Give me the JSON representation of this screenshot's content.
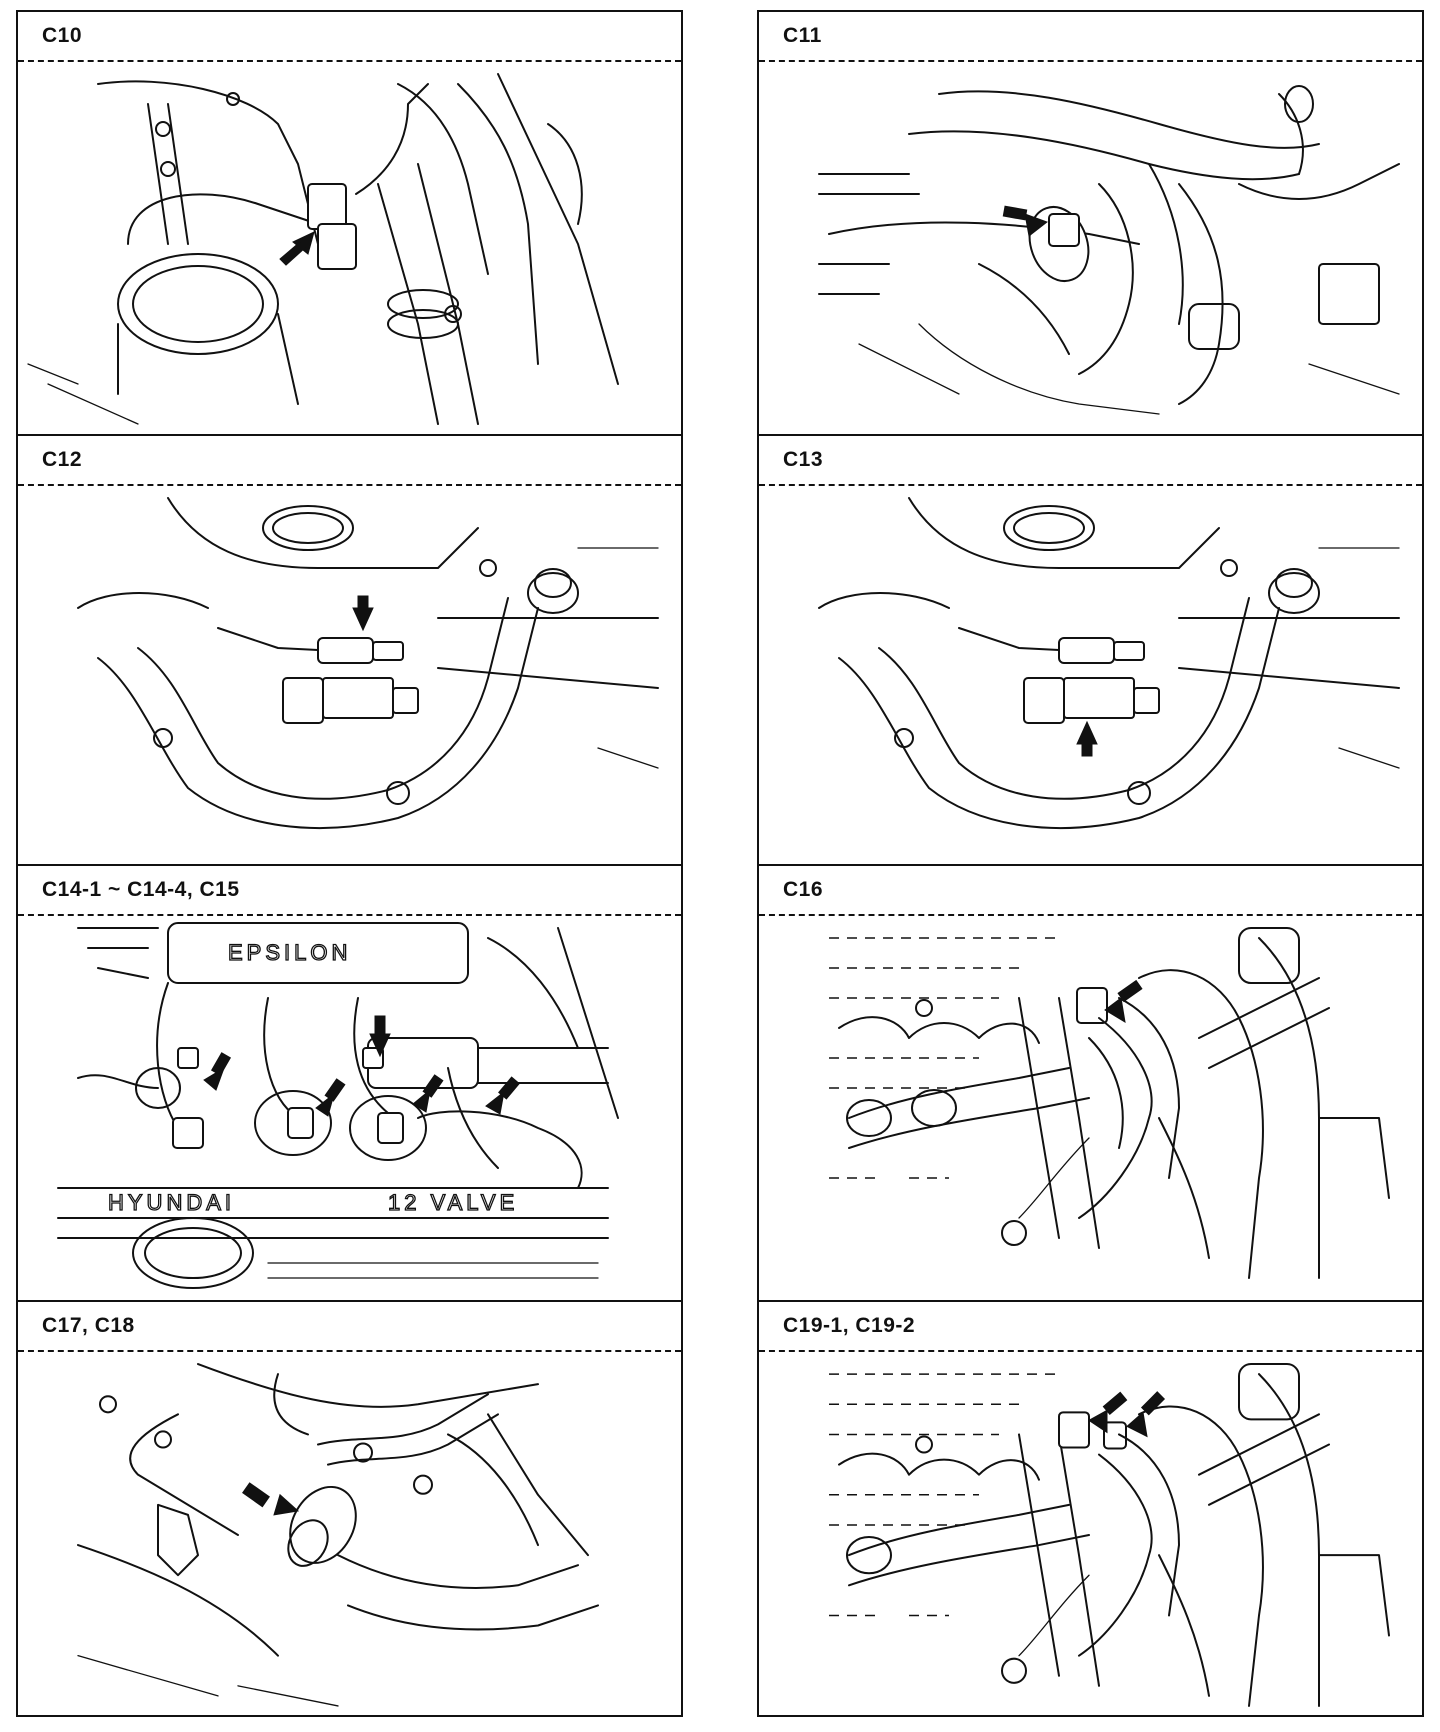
{
  "panels": {
    "left": [
      {
        "label": "C10"
      },
      {
        "label": "C12"
      },
      {
        "label": "C14-1 ~ C14-4, C15"
      },
      {
        "label": "C17, C18"
      }
    ],
    "right": [
      {
        "label": "C11"
      },
      {
        "label": "C13"
      },
      {
        "label": "C16"
      },
      {
        "label": "C19-1, C19-2"
      }
    ]
  },
  "illustration_text": {
    "manifold_mark": "HYUNDAI",
    "valve_mark": "12 VALVE",
    "engine_mark": "EPSILON"
  },
  "colors": {
    "ink": "#111111",
    "paper": "#ffffff"
  }
}
